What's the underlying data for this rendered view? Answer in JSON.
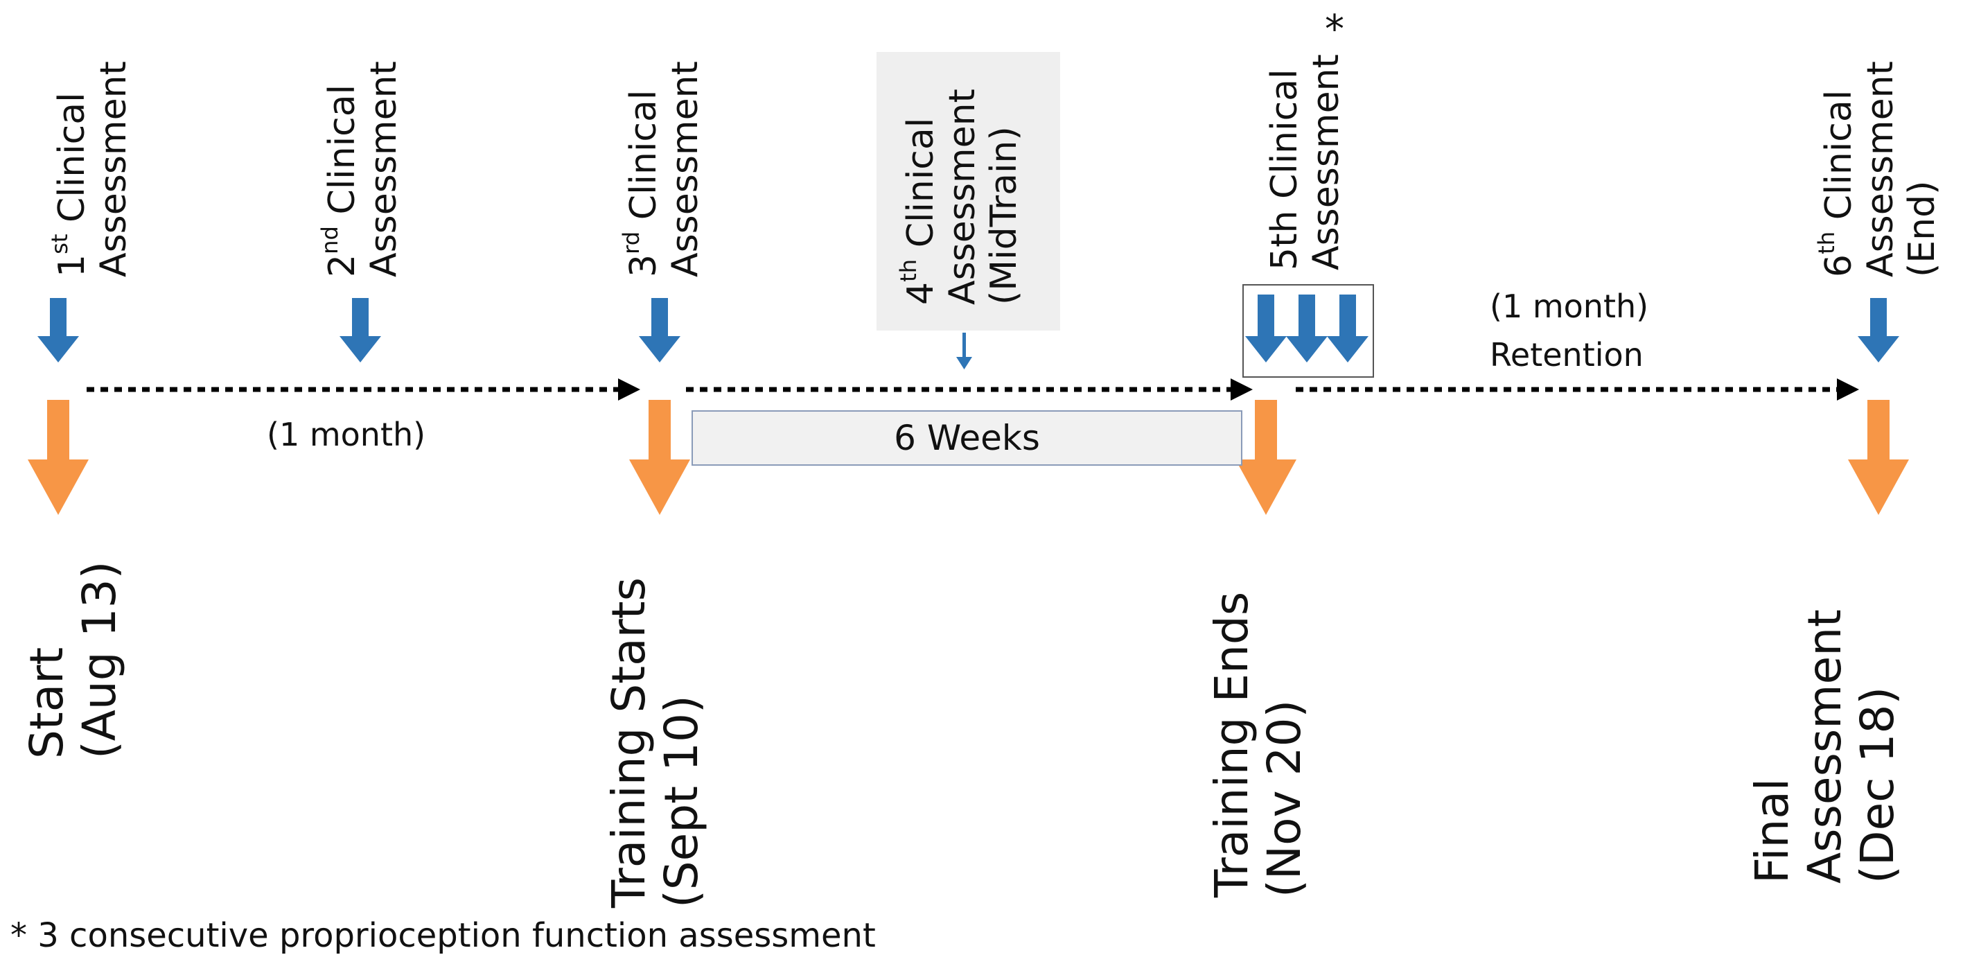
{
  "colors": {
    "blue_arrow": "#2e75b6",
    "orange_arrow": "#f79646",
    "timeline": "#000000"
  },
  "assessments": [
    {
      "ord_num": "1",
      "ord_sup": "st",
      "line1_rest": " Clinical",
      "line2": "Assessment",
      "line3": ""
    },
    {
      "ord_num": "2",
      "ord_sup": "nd",
      "line1_rest": " Clinical",
      "line2": "Assessment",
      "line3": ""
    },
    {
      "ord_num": "3",
      "ord_sup": "rd",
      "line1_rest": "  Clinical",
      "line2": "Assessment",
      "line3": ""
    },
    {
      "ord_num": "4",
      "ord_sup": "th",
      "line1_rest": " Clinical",
      "line2": "Assessment",
      "line3": "(MidTrain)"
    },
    {
      "ord_num": "5th",
      "ord_sup": "",
      "line1_rest": " Clinical",
      "line2": "Assessment",
      "line3": ""
    },
    {
      "ord_num": "6",
      "ord_sup": "th",
      "line1_rest": " Clinical",
      "line2": "Assessment",
      "line3": "(End)"
    }
  ],
  "asterisk": "*",
  "milestones": [
    {
      "line1": "Start",
      "line2": "(Aug 13)"
    },
    {
      "line1": "Training  Starts",
      "line2": "(Sept 10)"
    },
    {
      "line1": "Training Ends",
      "line2": "(Nov 20)"
    },
    {
      "line1": "Final",
      "line2": "Assessment",
      "line3": "(Dec 18)"
    }
  ],
  "intervals": {
    "first_month": "(1 month)",
    "training": "6 Weeks",
    "retention_duration": "(1 month)",
    "retention": "Retention"
  },
  "footnote": "* 3 consecutive proprioception function assessment"
}
